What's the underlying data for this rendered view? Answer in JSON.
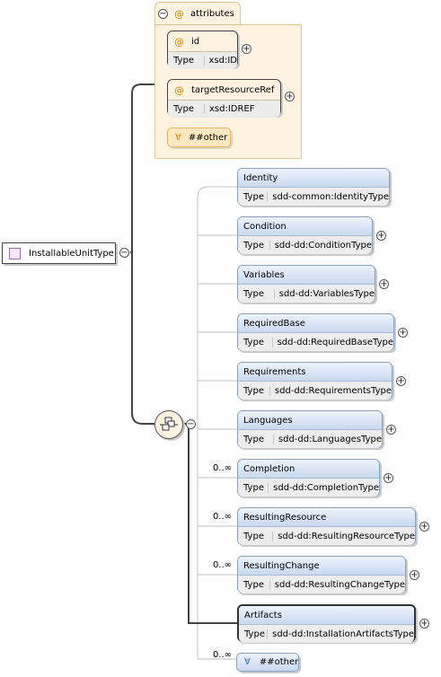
{
  "root": {
    "name": "InstallableUnitType"
  },
  "attributes": {
    "label": "attributes",
    "items": [
      {
        "name": "id",
        "type_label": "Type",
        "type": "xsd:ID"
      },
      {
        "name": "targetResourceRef",
        "type_label": "Type",
        "type": "xsd:IDREF"
      }
    ],
    "wildcard": {
      "symbol": "∀",
      "label": "##other"
    }
  },
  "elements": [
    {
      "name": "Identity",
      "type_label": "Type",
      "type": "sdd-common:IdentityType",
      "occurrence": "",
      "expandable": false
    },
    {
      "name": "Condition",
      "type_label": "Type",
      "type": "sdd-dd:ConditionType",
      "occurrence": "",
      "expandable": true
    },
    {
      "name": "Variables",
      "type_label": "Type",
      "type": "sdd-dd:VariablesType",
      "occurrence": "",
      "expandable": true
    },
    {
      "name": "RequiredBase",
      "type_label": "Type",
      "type": "sdd-dd:RequiredBaseType",
      "occurrence": "",
      "expandable": true
    },
    {
      "name": "Requirements",
      "type_label": "Type",
      "type": "sdd-dd:RequirementsType",
      "occurrence": "",
      "expandable": true
    },
    {
      "name": "Languages",
      "type_label": "Type",
      "type": "sdd-dd:LanguagesType",
      "occurrence": "",
      "expandable": true
    },
    {
      "name": "Completion",
      "type_label": "Type",
      "type": "sdd-dd:CompletionType",
      "occurrence": "0..∞",
      "expandable": true
    },
    {
      "name": "ResultingResource",
      "type_label": "Type",
      "type": "sdd-dd:ResultingResourceType",
      "occurrence": "0..∞",
      "expandable": true
    },
    {
      "name": "ResultingChange",
      "type_label": "Type",
      "type": "sdd-dd:ResultingChangeType",
      "occurrence": "0..∞",
      "expandable": true
    },
    {
      "name": "Artifacts",
      "type_label": "Type",
      "type": "sdd-dd:InstallationArtifactsType",
      "occurrence": "",
      "expandable": true,
      "selected": true
    }
  ],
  "any": {
    "symbol": "∀",
    "label": "##other",
    "occurrence": "0..∞"
  },
  "icons": {
    "collapse": "minus-circle-icon",
    "expand": "plus-circle-icon",
    "attribute": "at-sign-icon",
    "sequence": "sequence-compositor-icon",
    "element": "element-square-icon"
  },
  "colors": {
    "attribute_bg": "#fdf3e0",
    "element_header": "#c9d9f1",
    "element_border": "#8aa0c0",
    "root_icon": "#a16ab0"
  }
}
